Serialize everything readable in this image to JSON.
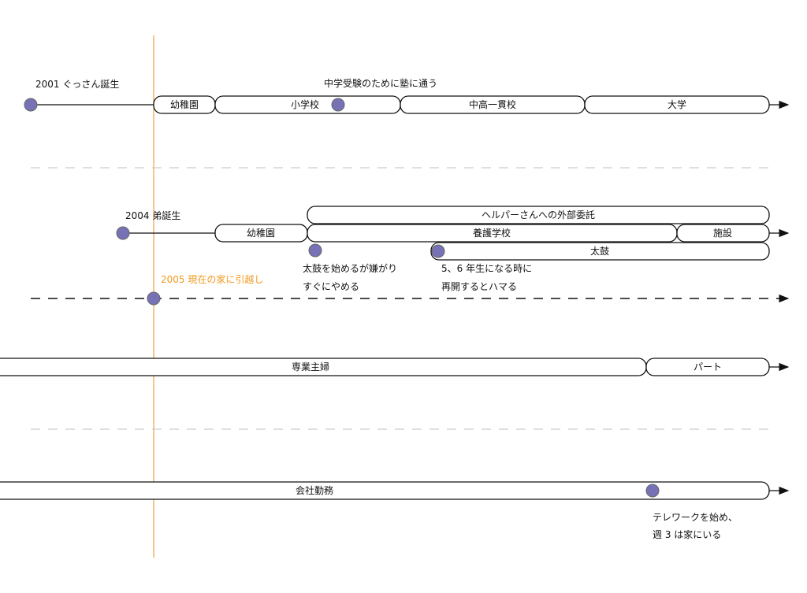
{
  "colors": {
    "event_dot": "#7772b6",
    "move_line": "#e8a040",
    "move_text": "#f09a20"
  },
  "row1": {
    "birth": "2001 ぐっさん誕生",
    "note": "中学受験のために塾に通う",
    "stages": [
      "幼稚園",
      "小学校",
      "中高一貫校",
      "大学"
    ]
  },
  "row2": {
    "birth": "2004 弟誕生",
    "helper": "ヘルパーさんへの外部委託",
    "stages": [
      "幼稚園",
      "養護学校",
      "施設"
    ],
    "taiko": "太鼓",
    "note1": [
      "太鼓を始めるが嫌がり",
      "すぐにやめる"
    ],
    "note2": [
      "5、6 年生になる時に",
      "再開するとハマる"
    ]
  },
  "move": {
    "label": "2005 現在の家に引越し"
  },
  "row3": {
    "stages": [
      "専業主婦",
      "パート"
    ]
  },
  "row4": {
    "stages": [
      "会社勤務"
    ],
    "note": [
      "テレワークを始め、",
      "週 3 は家にいる"
    ]
  }
}
